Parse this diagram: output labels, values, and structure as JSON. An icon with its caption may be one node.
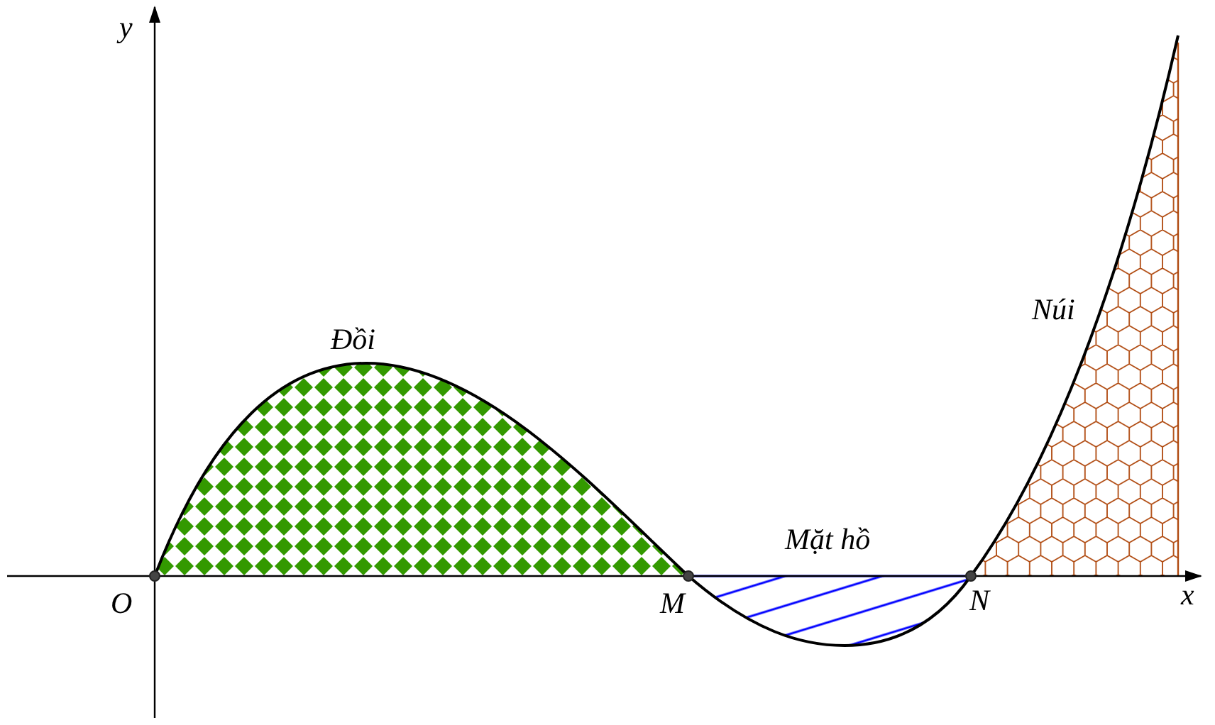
{
  "diagram": {
    "labels": [
      "y",
      "Núi",
      "Đồi",
      "Mặt hồ",
      "O",
      "M",
      "N",
      "x"
    ]
  }
}
